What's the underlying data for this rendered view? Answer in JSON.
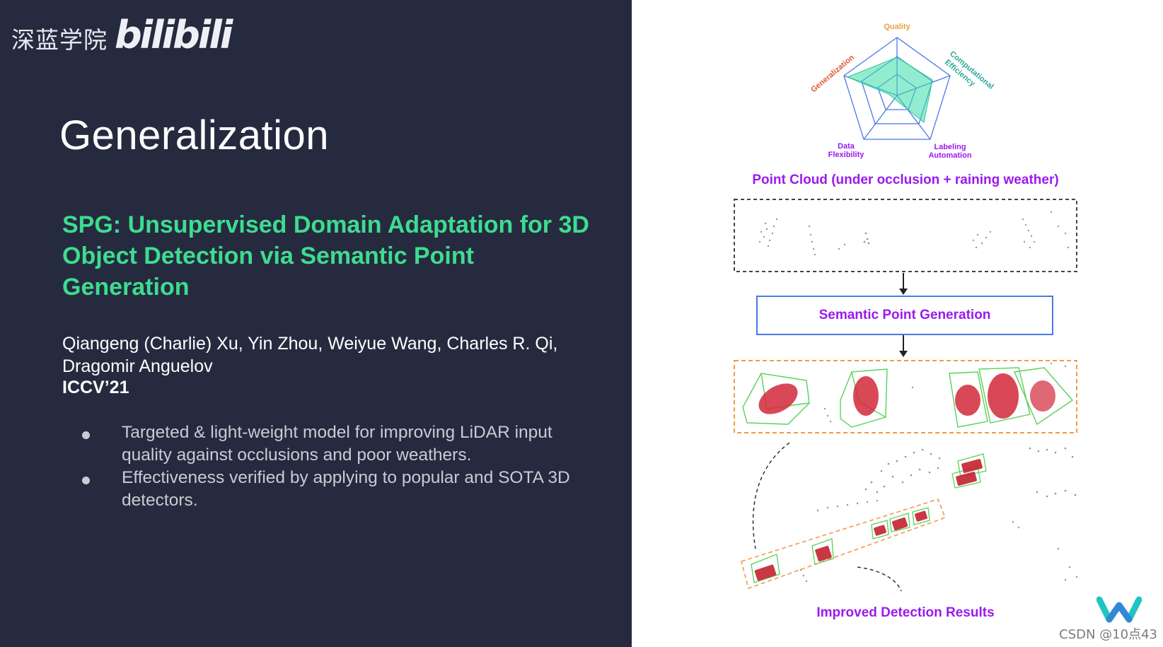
{
  "watermark": {
    "cn_text": "深蓝学院",
    "logo_text": "bilibili"
  },
  "slide": {
    "title": "Generalization",
    "paper_title": "SPG: Unsupervised Domain Adaptation for 3D Object Detection via Semantic Point Generation",
    "authors": "Qiangeng (Charlie) Xu, Yin Zhou, Weiyue Wang, Charles R. Qi, Dragomir Anguelov",
    "venue": "ICCV’21",
    "bullets": [
      "Targeted & light-weight model for improving LiDAR input quality against occlusions and poor weathers.",
      "Effectiveness verified by applying to popular and SOTA 3D detectors."
    ]
  },
  "figure": {
    "radar_labels": {
      "quality": "Quality",
      "computational_efficiency": "Computational Efficiency",
      "labeling_automation": "Labeling Automation",
      "data_flexibility": "Data Flexibility",
      "generalization": "Generalization"
    },
    "input_caption": "Point Cloud (under occlusion + raining weather)",
    "module_label": "Semantic Point Generation",
    "output_caption": "Improved Detection Results"
  },
  "footer": {
    "csdn": "CSDN @10点43"
  },
  "colors": {
    "accent_green": "#3ddc8f",
    "purple": "#9b19f0",
    "background": "#262a3f"
  }
}
